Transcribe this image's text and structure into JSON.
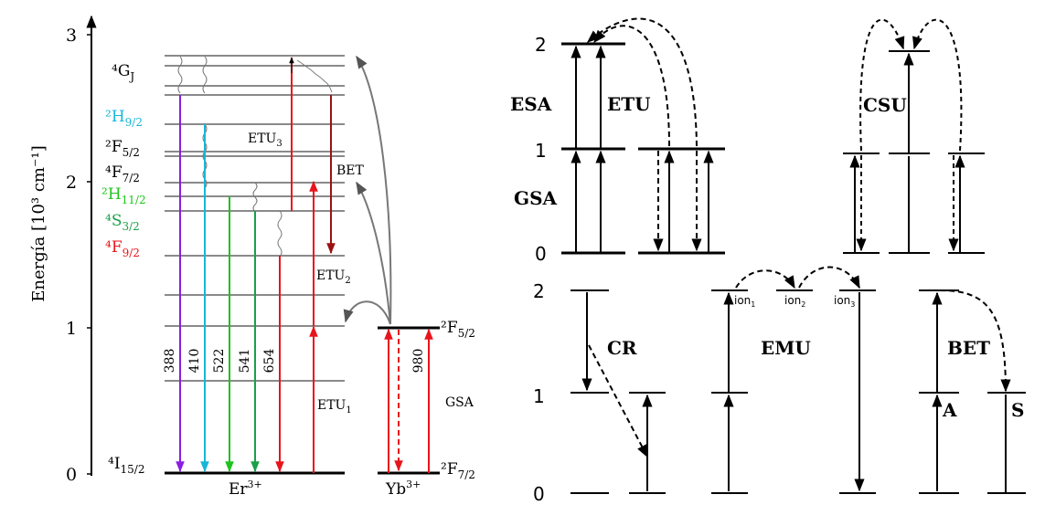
{
  "left": {
    "y_axis_label": "Energía [10³ cm⁻¹]",
    "y_ticks": [
      "0",
      "1",
      "2",
      "3"
    ],
    "er_levels": [
      {
        "label": "⁴I",
        "sub": "15/2",
        "color": "#000000"
      },
      {
        "label": "⁴F",
        "sub": "9/2",
        "color": "#e8141c"
      },
      {
        "label": "⁴S",
        "sub": "3/2",
        "color": "#1aa048"
      },
      {
        "label": "²H",
        "sub": "11/2",
        "color": "#1ec21e"
      },
      {
        "label": "⁴F",
        "sub": "7/2",
        "color": "#000000"
      },
      {
        "label": "²F",
        "sub": "5/2",
        "color": "#000000"
      },
      {
        "label": "²H",
        "sub": "9/2",
        "color": "#17b6d8"
      },
      {
        "label": "⁴G",
        "sub": "J",
        "color": "#000000"
      }
    ],
    "yb_levels": [
      {
        "label": "²F",
        "sub": "7/2"
      },
      {
        "label": "²F",
        "sub": "5/2"
      }
    ],
    "ion_er": {
      "base": "Er",
      "sup": "3+"
    },
    "ion_yb": {
      "base": "Yb",
      "sup": "3+"
    },
    "emissions": [
      {
        "nm": "388",
        "color": "#8b1ee0"
      },
      {
        "nm": "410",
        "color": "#17b6d8"
      },
      {
        "nm": "522",
        "color": "#1ec21e"
      },
      {
        "nm": "541",
        "color": "#1aa048"
      },
      {
        "nm": "654",
        "color": "#e8141c"
      }
    ],
    "yb_pump_label": "980",
    "etu1": {
      "base": "ETU",
      "sub": "1"
    },
    "etu2": {
      "base": "ETU",
      "sub": "2"
    },
    "etu3": {
      "base": "ETU",
      "sub": "3"
    },
    "bet_label": "BET",
    "gsa_label": "GSA"
  },
  "right": {
    "labels": {
      "esa": "ESA",
      "etu": "ETU",
      "csu": "CSU",
      "gsa": "GSA",
      "cr": "CR",
      "emu": "EMU",
      "bet": "BET",
      "a": "A",
      "s": "S"
    },
    "ion_labels": [
      {
        "base": "ion",
        "sub": "1"
      },
      {
        "base": "ion",
        "sub": "2"
      },
      {
        "base": "ion",
        "sub": "3"
      }
    ],
    "top_ticks": [
      "0",
      "1",
      "2"
    ],
    "bottom_ticks": [
      "0",
      "1",
      "2"
    ]
  }
}
